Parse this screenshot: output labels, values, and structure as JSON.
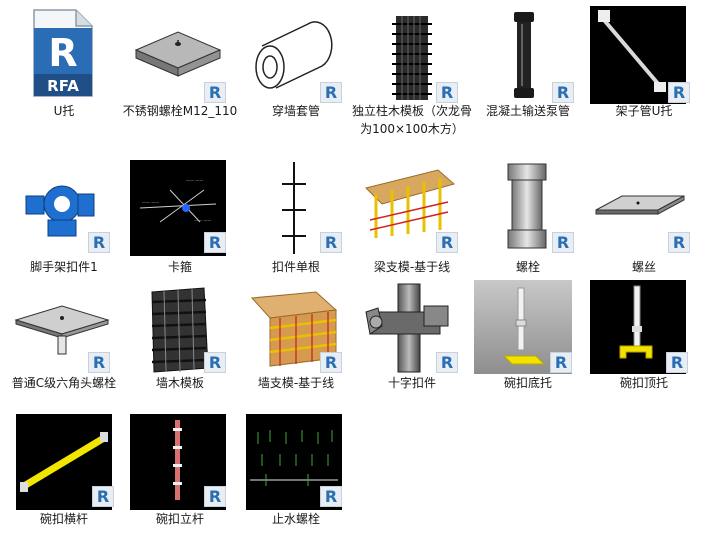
{
  "items": [
    {
      "label": "U托",
      "icon": "rfa-file-icon"
    },
    {
      "label": "不锈钢螺栓M12_110",
      "icon": "steel-plate-bolt-icon"
    },
    {
      "label": "穿墙套管",
      "icon": "pipe-sleeve-icon"
    },
    {
      "label": "独立柱木模板（次龙骨为100×100木方）",
      "icon": "column-formwork-icon"
    },
    {
      "label": "混凝土输送泵管",
      "icon": "pump-pipe-icon"
    },
    {
      "label": "架子管U托",
      "icon": "scaffold-u-support-icon"
    },
    {
      "label": "脚手架扣件1",
      "icon": "scaffold-clamp-icon"
    },
    {
      "label": "卡箍",
      "icon": "hoop-clamp-icon"
    },
    {
      "label": "扣件单根",
      "icon": "single-fastener-icon"
    },
    {
      "label": "梁支模-基于线",
      "icon": "beam-formwork-icon"
    },
    {
      "label": "螺栓",
      "icon": "bolt-icon"
    },
    {
      "label": "螺丝",
      "icon": "screw-icon"
    },
    {
      "label": "普通C级六角头螺栓",
      "icon": "hex-bolt-icon"
    },
    {
      "label": "墙木模板",
      "icon": "wall-formwork-icon"
    },
    {
      "label": "墙支模-基于线",
      "icon": "wall-support-icon"
    },
    {
      "label": "十字扣件",
      "icon": "cross-fastener-icon"
    },
    {
      "label": "碗扣底托",
      "icon": "bowl-base-support-icon"
    },
    {
      "label": "碗扣顶托",
      "icon": "bowl-top-support-icon"
    },
    {
      "label": "碗扣横杆",
      "icon": "bowl-crossbar-icon"
    },
    {
      "label": "碗扣立杆",
      "icon": "bowl-upright-icon"
    },
    {
      "label": "止水螺栓",
      "icon": "waterstop-bolt-icon"
    }
  ],
  "rfa_label": "RFA",
  "badge_letter": "R",
  "accent": "#2a6fb4"
}
